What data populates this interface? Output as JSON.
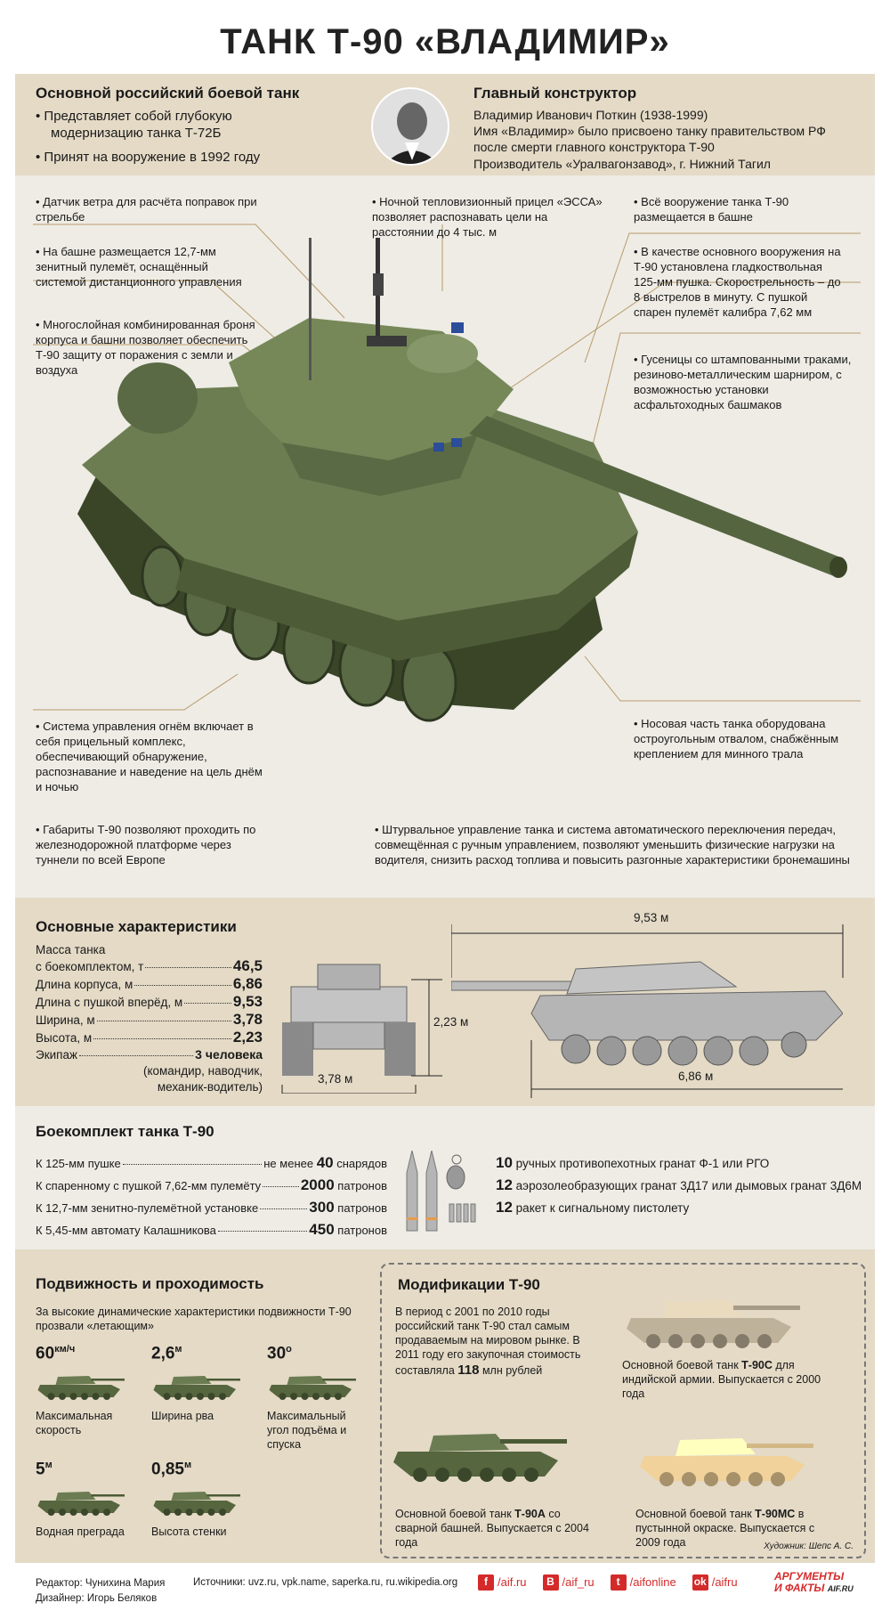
{
  "title": "ТАНК Т-90 «ВЛАДИМИР»",
  "intro": {
    "heading": "Основной российский боевой танк",
    "bullets": [
      "Представляет собой глубокую модернизацию танка Т-72Б",
      "Принят на вооружение в 1992 году"
    ]
  },
  "designer": {
    "heading": "Главный конструктор",
    "lines": [
      "Владимир Иванович Поткин (1938-1999)",
      "Имя «Владимир» было присвоено танку правительством РФ",
      "после смерти главного конструктора Т-90",
      "Производитель «Уралвагонзавод», г. Нижний Тагил"
    ]
  },
  "notes": {
    "wind": "Датчик ветра для расчёта поправок при стрельбе",
    "mg": "На башне размещается 12,7-мм зенитный пулемёт, оснащённый системой дистанционного управления",
    "armor": "Многослойная комбинированная броня корпуса и башни позволяет обеспечить Т-90 защиту от поражения с земли и воздуха",
    "fire": "Система управления огнём включает в себя прицельный комплекс, обеспечивающий обнаружение, распознавание и наведение на цель днём и ночью",
    "size": "Габариты Т-90 позволяют проходить по железнодорожной платформе через туннели по всей Европе",
    "night": "Ночной тепловизионный прицел «ЭССА» позволяет распознавать цели на расстоянии до 4 тыс. м",
    "steer": "Штурвальное управление танка и система автоматического переключения передач, совмещённая с ручным управлением, позволяют уменьшить физические нагрузки на водителя, снизить расход топлива и повысить разгонные характеристики бронемашины",
    "turret": "Всё вооружение танка Т-90 размещается в башне",
    "gun": "В качестве основного вооружения на Т-90 установлена гладкоствольная 125-мм пушка. Скорострельность – до 8 выстрелов в минуту. С пушкой спарен пулемёт калибра 7,62 мм",
    "tracks": "Гусеницы со штампованными траками, резиново-металлическим шарниром, с возможностью установки асфальтоходных башмаков",
    "nose": "Носовая часть танка оборудована остроугольным отвалом, снабжённым креплением для минного трала"
  },
  "specs": {
    "heading": "Основные характеристики",
    "mass_label": "Масса танка",
    "rows": [
      {
        "label": "с боекомплектом, т",
        "value": "46,5"
      },
      {
        "label": "Длина корпуса, м",
        "value": "6,86"
      },
      {
        "label": "Длина с пушкой вперёд, м",
        "value": "9,53"
      },
      {
        "label": "Ширина, м",
        "value": "3,78"
      },
      {
        "label": "Высота, м",
        "value": "2,23"
      },
      {
        "label": "Экипаж",
        "value": "3 человека"
      }
    ],
    "crew_note1": "(командир, наводчик,",
    "crew_note2": "механик-водитель)",
    "dims": {
      "width": "3,78 м",
      "height": "2,23 м",
      "total": "9,53 м",
      "hull": "6,86 м"
    }
  },
  "ammo": {
    "heading": "Боекомплект танка Т-90",
    "rows": [
      {
        "label": "К 125-мм пушке",
        "pre": "не менее ",
        "num": "40",
        "unit": " снарядов"
      },
      {
        "label": "К спаренному с пушкой 7,62-мм пулемёту",
        "pre": "",
        "num": "2000",
        "unit": " патронов"
      },
      {
        "label": "К 12,7-мм зенитно-пулемётной установке",
        "pre": "",
        "num": "300",
        "unit": " патронов"
      },
      {
        "label": "К 5,45-мм автомату Калашникова",
        "pre": "",
        "num": "450",
        "unit": " патронов"
      }
    ],
    "extra": [
      {
        "num": "10",
        "text": " ручных противопехотных гранат Ф-1 или РГО"
      },
      {
        "num": "12",
        "text": " аэрозолеобразующих гранат 3Д17 или дымовых гранат 3Д6М"
      },
      {
        "num": "12",
        "text": " ракет к сигнальному пистолету"
      }
    ]
  },
  "mobility": {
    "heading": "Подвижность и проходимость",
    "intro": "За высокие динамические характеристики подвижности Т-90 прозвали «летающим»",
    "items": [
      {
        "value": "60",
        "unit": "км/ч",
        "label": "Максимальная скорость"
      },
      {
        "value": "2,6",
        "unit": "м",
        "label": "Ширина рва"
      },
      {
        "value": "30",
        "unit": "о",
        "label": "Максимальный угол подъёма и спуска"
      },
      {
        "value": "5",
        "unit": "м",
        "label": "Водная преграда"
      },
      {
        "value": "0,85",
        "unit": "м",
        "label": "Высота стенки"
      }
    ]
  },
  "mods": {
    "heading": "Модификации Т-90",
    "text": "В период с 2001 по 2010 годы российский танк Т-90 стал самым продаваемым на мировом рынке. В 2011 году его закупочная стоимость составляла",
    "price": "118",
    "price_unit": " млн рублей",
    "items": [
      {
        "pre": "Основной боевой танк ",
        "name": "Т-90С",
        "post": " для индийской армии. Выпускается с 2000 года"
      },
      {
        "pre": "Основной боевой танк ",
        "name": "Т-90А",
        "post": " со сварной башней. Выпускается с 2004 года"
      },
      {
        "pre": "Основной боевой танк ",
        "name": "Т-90МС",
        "post": " в пустынной окраске. Выпускается с 2009 года"
      }
    ],
    "artist": "Художник: Шепс А. С."
  },
  "footer": {
    "editor": "Редактор: Чунихина Мария",
    "designer": "Дизайнер: Игорь Беляков",
    "sources": "Источники: uvz.ru, vpk.name, saperka.ru, ru.wikipedia.org",
    "social": [
      {
        "icon": "f",
        "handle": "/aif.ru"
      },
      {
        "icon": "B",
        "handle": "/aif_ru"
      },
      {
        "icon": "t",
        "handle": "/aifonline"
      },
      {
        "icon": "ok",
        "handle": "/aifru"
      }
    ],
    "logo1": "АРГУМЕНТЫ",
    "logo2": "И ФАКТЫ",
    "logo3": "AIF.RU"
  },
  "colors": {
    "beige": "#e4dac6",
    "light": "#eeece5",
    "tank": "#5e6f48",
    "accent": "#d42a2a"
  }
}
